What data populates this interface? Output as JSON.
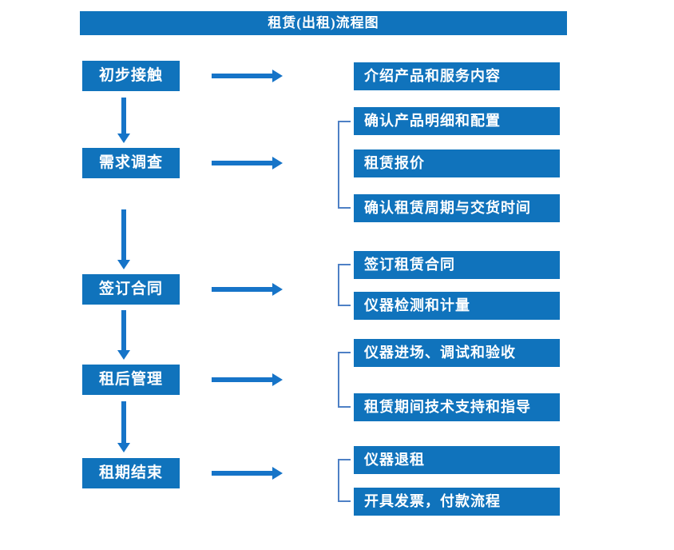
{
  "title": "租赁(出租)流程图",
  "colors": {
    "box_blue": "#1073BC",
    "arrow_blue": "#1674C8",
    "bracket_blue": "#4E80C5",
    "text": "#FFFFFF",
    "background": "#FFFFFF"
  },
  "steps": [
    {
      "label": "初步接触",
      "details": [
        "介绍产品和服务内容"
      ]
    },
    {
      "label": "需求调查",
      "details": [
        "确认产品明细和配置",
        "租赁报价",
        "确认租赁周期与交货时间"
      ]
    },
    {
      "label": "签订合同",
      "details": [
        "签订租赁合同",
        "仪器检测和计量"
      ]
    },
    {
      "label": "租后管理",
      "details": [
        "仪器进场、调试和验收",
        "租赁期间技术支持和指导"
      ]
    },
    {
      "label": "租期结束",
      "details": [
        "仪器退租",
        "开具发票，付款流程"
      ]
    }
  ]
}
